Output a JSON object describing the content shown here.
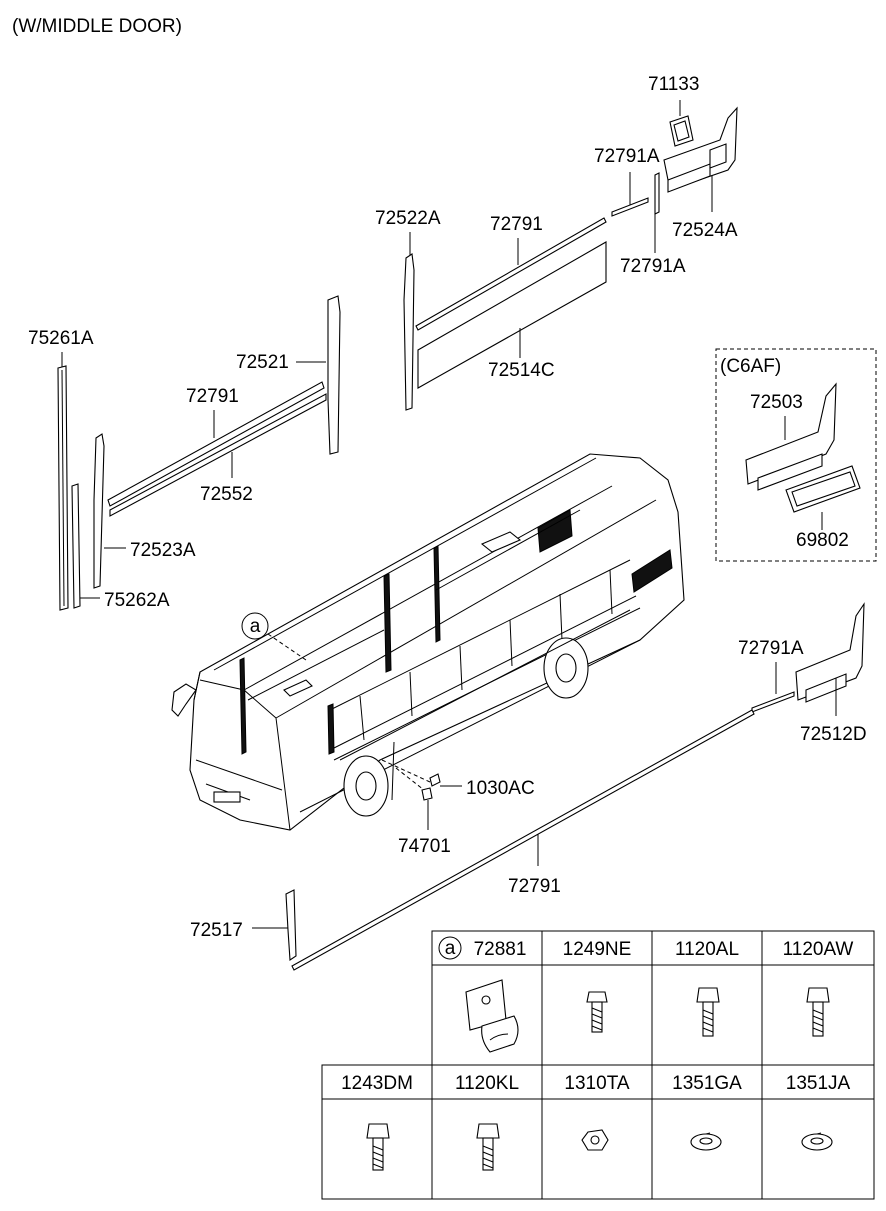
{
  "header": {
    "title": "(W/MIDDLE DOOR)"
  },
  "group_box": {
    "label": "(C6AF)"
  },
  "callout": {
    "symbol": "a"
  },
  "labels": {
    "p71133": "71133",
    "p72791A_top": "72791A",
    "p72524A": "72524A",
    "p72791A_mid": "72791A",
    "p72522A": "72522A",
    "p72791_upper": "72791",
    "p72514C": "72514C",
    "p75261A": "75261A",
    "p72521": "72521",
    "p72791_left": "72791",
    "p72552": "72552",
    "p72523A": "72523A",
    "p75262A": "75262A",
    "p72503": "72503",
    "p69802": "69802",
    "p72791A_right": "72791A",
    "p72512D": "72512D",
    "p1030AC": "1030AC",
    "p74701": "74701",
    "p72791_lower": "72791",
    "p72517": "72517"
  },
  "parts_table": {
    "row1": [
      {
        "code": "72881",
        "icon": "clip-bracket-icon",
        "callout": "a"
      },
      {
        "code": "1249NE",
        "icon": "bolt-icon"
      },
      {
        "code": "1120AL",
        "icon": "bolt-icon"
      },
      {
        "code": "1120AW",
        "icon": "bolt-icon"
      }
    ],
    "row2": [
      {
        "code": "1243DM",
        "icon": "bolt-icon"
      },
      {
        "code": "1120KL",
        "icon": "bolt-icon"
      },
      {
        "code": "1310TA",
        "icon": "nut-icon"
      },
      {
        "code": "1351GA",
        "icon": "washer-icon"
      },
      {
        "code": "1351JA",
        "icon": "washer-icon"
      }
    ]
  }
}
